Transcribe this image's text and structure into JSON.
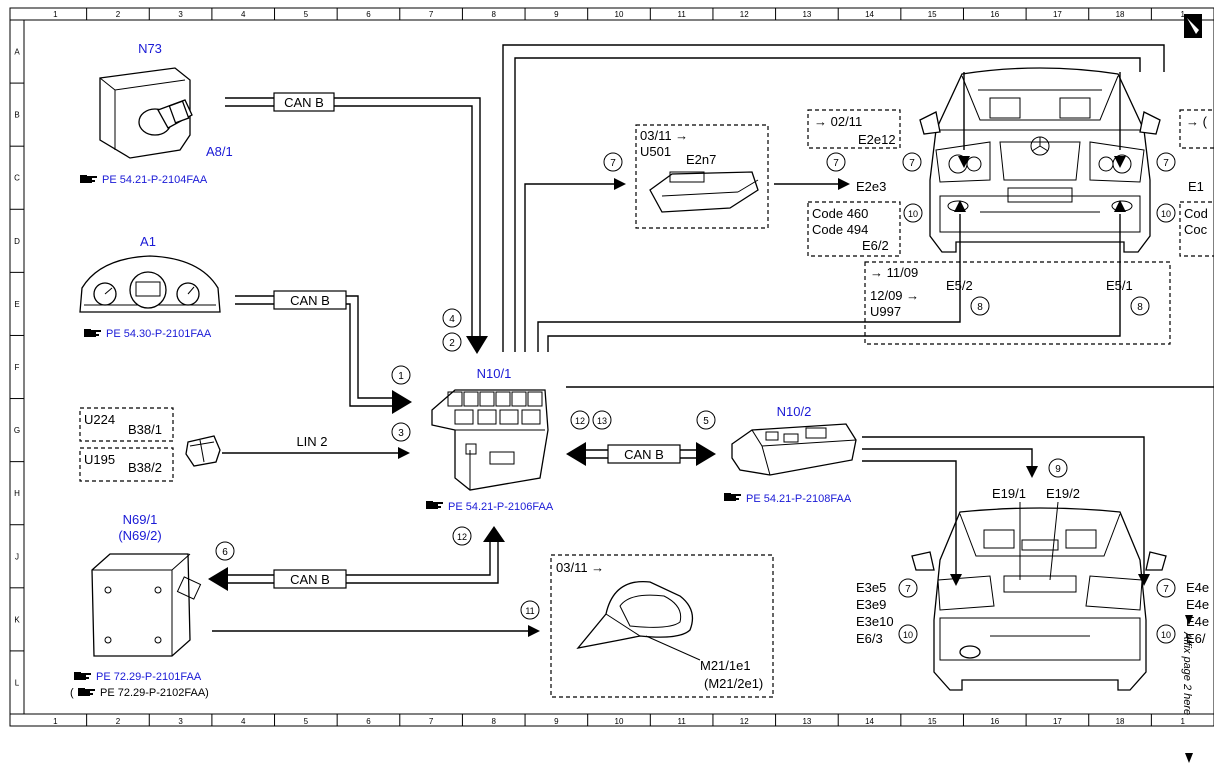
{
  "grid": {
    "columns": [
      "1",
      "2",
      "3",
      "4",
      "5",
      "6",
      "7",
      "8",
      "9",
      "10",
      "11",
      "12",
      "13",
      "14",
      "15",
      "16",
      "17",
      "18",
      "1"
    ],
    "rows": [
      "A",
      "B",
      "C",
      "D",
      "E",
      "F",
      "G",
      "H",
      "J",
      "K",
      "L"
    ]
  },
  "components": {
    "n73": {
      "code": "N73",
      "sub": "A8/1",
      "ref": "PE 54.21-P-2104FAA"
    },
    "a1": {
      "code": "A1",
      "ref": "PE 54.30-P-2101FAA"
    },
    "n10_1": {
      "code": "N10/1",
      "ref": "PE 54.21-P-2106FAA"
    },
    "n10_2": {
      "code": "N10/2",
      "ref": "PE 54.21-P-2108FAA"
    },
    "n69": {
      "code": "N69/1",
      "code_alt": "(N69/2)",
      "ref": "PE 72.29-P-2101FAA",
      "ref_alt": "PE 72.29-P-2102FAA)",
      "ref_alt_open": "("
    },
    "u224": {
      "code": "U224",
      "sub": "B38/1"
    },
    "u195": {
      "code": "U195",
      "sub": "B38/2"
    },
    "e2n7": {
      "date": "03/11 →",
      "code": "U501",
      "sub": "E2n7"
    },
    "e2e12": {
      "date": "→ 02/11",
      "sub": "E2e12"
    },
    "e2e3": {
      "label": "E2e3"
    },
    "e1": {
      "label": "E1"
    },
    "e6_2": {
      "l1": "Code 460",
      "l2": "Code 494",
      "sub": "E6/2"
    },
    "code_right": {
      "l1": "Cod",
      "l2": "Coc"
    },
    "u997": {
      "date1": "→ 11/09",
      "date2": "12/09 →",
      "code": "U997",
      "e5_2": "E5/2",
      "e5_1": "E5/1"
    },
    "mirror": {
      "date": "03/11 →",
      "l1": "M21/1e1",
      "l2": "(M21/2e1)"
    },
    "rear": {
      "e19_1": "E19/1",
      "e19_2": "E19/2",
      "left": [
        "E3e5",
        "E3e9",
        "E3e10",
        "E6/3"
      ],
      "right": [
        "E4e",
        "E4e",
        "E4e",
        "E6/"
      ]
    },
    "topright_partial": "→ ("
  },
  "buses": {
    "can1": "CAN B",
    "can2": "CAN B",
    "can3": "CAN B",
    "can4": "CAN B",
    "lin": "LIN 2"
  },
  "circles": {
    "c1": "1",
    "c2": "2",
    "c3": "3",
    "c4": "4",
    "c5": "5",
    "c6": "6",
    "c7a": "7",
    "c7b": "7",
    "c7c": "7",
    "c7d": "7",
    "c7e": "7",
    "c7f": "7",
    "c8a": "8",
    "c8b": "8",
    "c9": "9",
    "c10a": "10",
    "c10b": "10",
    "c10c": "10",
    "c10d": "10",
    "c11": "11",
    "c12a": "12",
    "c12b": "12",
    "c13": "13"
  },
  "side_note": "Affix page 2 here",
  "icons": {
    "pointer": "pointing-hand-icon",
    "corner": "page-corner-icon"
  }
}
